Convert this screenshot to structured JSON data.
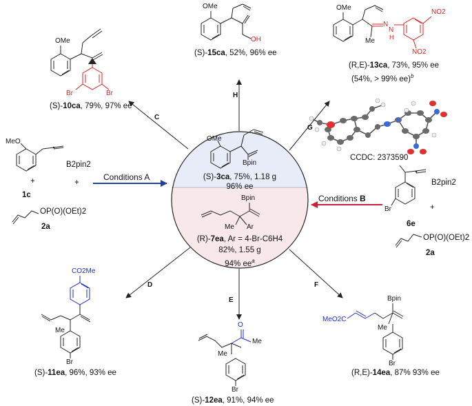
{
  "center": {
    "top_caption_prefix": "(S)-",
    "top_compound": "3ca",
    "top_yield": ", 75%, 1.18 g",
    "top_ee": "96% ee",
    "top_labels": {
      "ome": "OMe",
      "bpin": "Bpin"
    },
    "bottom_caption_prefix": "(R)-",
    "bottom_compound": "7ea",
    "bottom_caption_suffix": ", Ar = 4-Br-C6H4",
    "bottom_yield": "82%, 1.55 g",
    "bottom_ee": "94% ee",
    "bottom_ee_note": "a",
    "bottom_labels": {
      "bpin": "Bpin",
      "me": "Me",
      "ar": "Ar"
    }
  },
  "colors": {
    "top_fill": "#e8ecf8",
    "bottom_fill": "#f8e8ea",
    "blue_arrow": "#1f3ea8",
    "red_arrow": "#c8203a",
    "highlight_red": "#e02020",
    "highlight_blue": "#1a2ad8"
  },
  "left_reactants": {
    "ome": "MeO",
    "b2pin2": "B2pin2",
    "plus": "+",
    "compound_1": "1c",
    "allyl_group": "OP(O)(OEt)2",
    "compound_2": "2a",
    "condition": "Conditions A"
  },
  "right_reactants": {
    "b2pin2": "B2pin2",
    "plus": "+",
    "br": "Br",
    "compound_1": "6e",
    "allyl_group": "OP(O)(OEt)2",
    "compound_2": "2a",
    "condition_prefix": "Conditions ",
    "condition_letter": "B"
  },
  "arrow_labels": {
    "c": "C",
    "h": "H",
    "g": "G",
    "d": "D",
    "e": "E",
    "f": "F"
  },
  "products": {
    "p10": {
      "prefix": "(S)-",
      "compound": "10ca",
      "detail": ", 79%, 97% ee",
      "ome": "OMe",
      "br1": "Br",
      "br2": "Br"
    },
    "p15": {
      "prefix": "(S)-",
      "compound": "15ca",
      "detail": ", 52%, 96% ee",
      "ome": "OMe",
      "oh": "OH"
    },
    "p13": {
      "prefix": "(R,E)-",
      "compound": "13ca",
      "detail": ", 73%, 95% ee",
      "line2": "(54%, > 99% ee)",
      "note": "b",
      "ome": "OMe",
      "no2_1": "NO2",
      "no2_2": "NO2",
      "me": "Me",
      "n1": "N",
      "n2": "N",
      "nh": "N",
      "h": "H"
    },
    "ccdc": "CCDC: 2373590",
    "p11": {
      "prefix": "(S)-",
      "compound": "11ea",
      "detail": ", 96%, 93% ee",
      "co2me": "CO2Me",
      "me": "Me",
      "br": "Br"
    },
    "p12": {
      "prefix": "(S)-",
      "compound": "12ea",
      "detail": ", 91%, 94% ee",
      "o": "O",
      "me": "Me",
      "br": "Br"
    },
    "p14": {
      "prefix": "(R,E)-",
      "compound": "14ea",
      "detail": ", 87% 93% ee",
      "meo2c": "MeO2C",
      "bpin": "Bpin",
      "me": "Me",
      "br": "Br"
    }
  }
}
